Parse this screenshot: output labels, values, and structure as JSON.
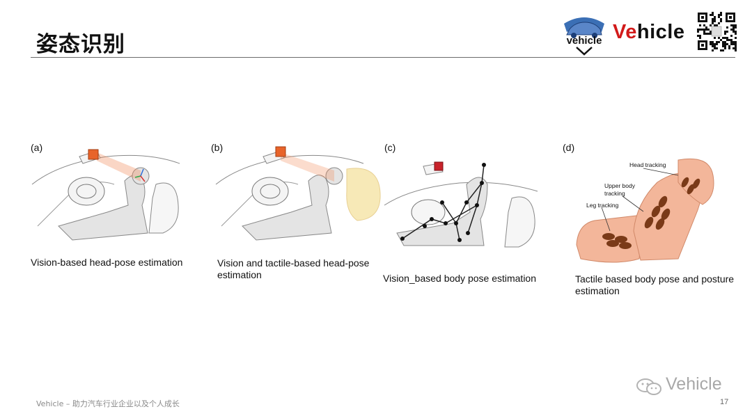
{
  "header": {
    "title": "姿态识别",
    "badge_text": "vehicle",
    "brand_prefix": "Ve",
    "brand_suffix": "hicle"
  },
  "panels": [
    {
      "label": "(a)",
      "caption_lines": [
        "Vision-based head-pose estimation"
      ]
    },
    {
      "label": "(b)",
      "caption_lines": [
        "Vision and tactile-based head-pose",
        "estimation"
      ]
    },
    {
      "label": "(c)",
      "caption_lines": [
        "Vision_based body pose estimation"
      ]
    },
    {
      "label": "(d)",
      "caption_lines": [
        "Tactile based body pose and posture",
        "estimation"
      ],
      "annotations": [
        "Head tracking",
        "Upper body",
        "tracking",
        "Leg tracking"
      ]
    }
  ],
  "footer": {
    "left_text": "Vehicle – 助力汽车行业企业以及个人成长",
    "page_number": "17",
    "watermark": "Vehicle"
  },
  "colors": {
    "camera": "#e8642a",
    "camera_c": "#c8222a",
    "seat": "#f3b69a",
    "tactile_spot": "#7a3a18",
    "airbag": "#f5e2a0",
    "brand_red": "#d21a1a"
  }
}
